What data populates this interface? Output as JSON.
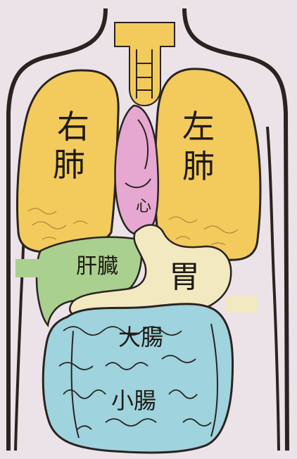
{
  "labels": {
    "right_lung_line1": "右",
    "right_lung_line2": "肺",
    "left_lung_line1": "左",
    "left_lung_line2": "肺",
    "heart": "心",
    "liver": "肝臓",
    "stomach": "胃",
    "large_intestine": "大腸",
    "small_intestine": "小腸"
  },
  "colors": {
    "background": "#ebe3e7",
    "lungs": "#f3ca5c",
    "trachea": "#f3ca5c",
    "heart": "#e6a8d1",
    "liver": "#a9d08f",
    "stomach": "#f3e9c1",
    "intestine": "#9fd3dd",
    "outline": "#2a2320"
  }
}
